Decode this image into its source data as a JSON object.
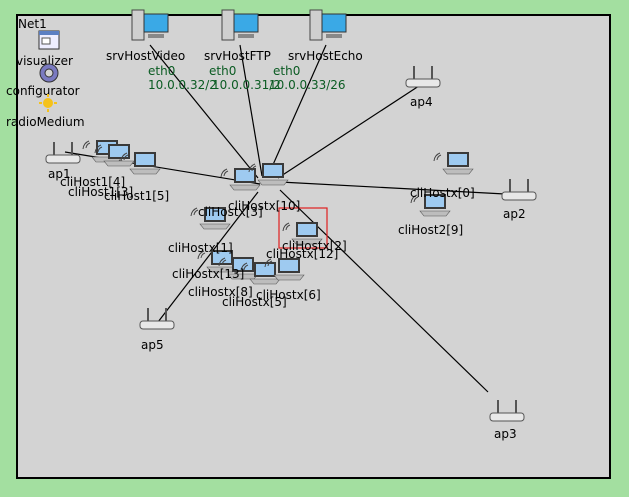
{
  "network": {
    "name": "Net1"
  },
  "tools": {
    "visualizer": "visualizer",
    "configurator": "configurator",
    "radio_medium": "radioMedium"
  },
  "servers": [
    {
      "name": "srvHostVideo",
      "iface": "eth0",
      "addr": "10.0.0.32/2"
    },
    {
      "name": "srvHostFTP",
      "iface": "eth0",
      "addr": "10.0.0.31/2"
    },
    {
      "name": "srvHostEcho",
      "iface": "eth0",
      "addr": "10.0.0.33/26"
    }
  ],
  "access_points": [
    "ap4",
    "ap1",
    "ap2",
    "ap5",
    "ap3"
  ],
  "hosts": {
    "left_a": "cliHost1[4]",
    "left_b": "cliHost1[3]",
    "left_c": "cliHost1[5]",
    "center_top": "cliHostx[10]",
    "center_sub": "cliHostx[3]",
    "x0": "cliHostx[0]",
    "right_b": "cliHost2[9]",
    "selected": "cliHostx[2]",
    "x12": "cliHostx[12]",
    "x1": "cliHostx[1]",
    "x13": "cliHostx[13]",
    "x8": "cliHostx[8]",
    "x6": "cliHostx[6]",
    "x5": "cliHostx[5]"
  },
  "colors": {
    "background": "#a3dfa0",
    "canvas": "#d3d3d3",
    "interface_text": "#0a5b22",
    "selection": "#e02020"
  }
}
